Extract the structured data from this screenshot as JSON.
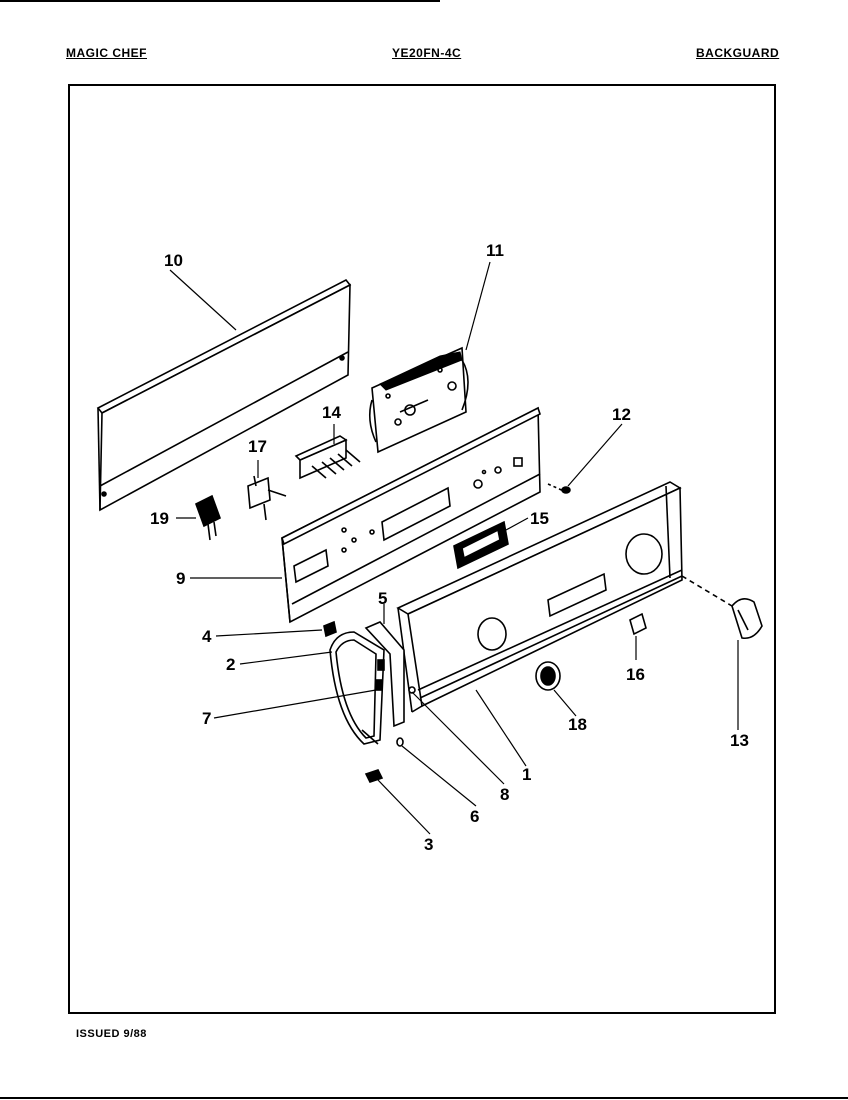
{
  "header": {
    "brand": "MAGIC CHEF",
    "model": "YE20FN-4C",
    "section": "BACKGUARD"
  },
  "footer": {
    "issued": "ISSUED 9/88"
  },
  "callouts": {
    "c1": "1",
    "c2": "2",
    "c3": "3",
    "c4": "4",
    "c5": "5",
    "c6": "6",
    "c7": "7",
    "c8": "8",
    "c9": "9",
    "c10": "10",
    "c11": "11",
    "c12": "12",
    "c13": "13",
    "c14": "14",
    "c15": "15",
    "c16": "16",
    "c17": "17",
    "c18": "18",
    "c19": "19"
  }
}
